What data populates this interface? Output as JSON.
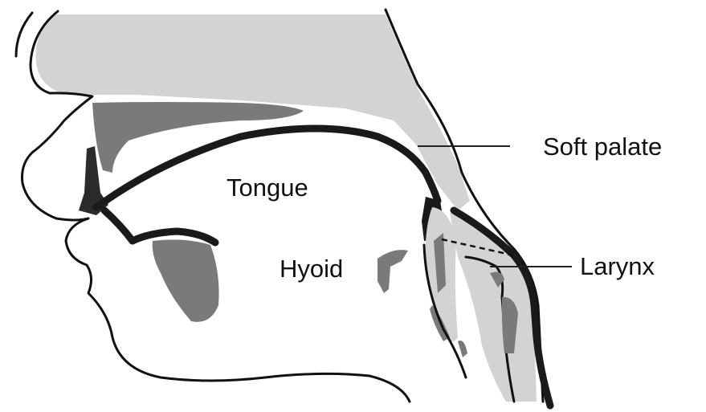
{
  "labels": {
    "tongue": "Tongue",
    "soft_palate": "Soft palate",
    "hyoid": "Hyoid",
    "larynx": "Larynx"
  },
  "colors": {
    "background": "#ffffff",
    "tissue_light": "#d3d3d3",
    "bone_dark": "#7a7a7a",
    "tissue_darkest": "#2b2b2b",
    "outline": "#111111"
  }
}
